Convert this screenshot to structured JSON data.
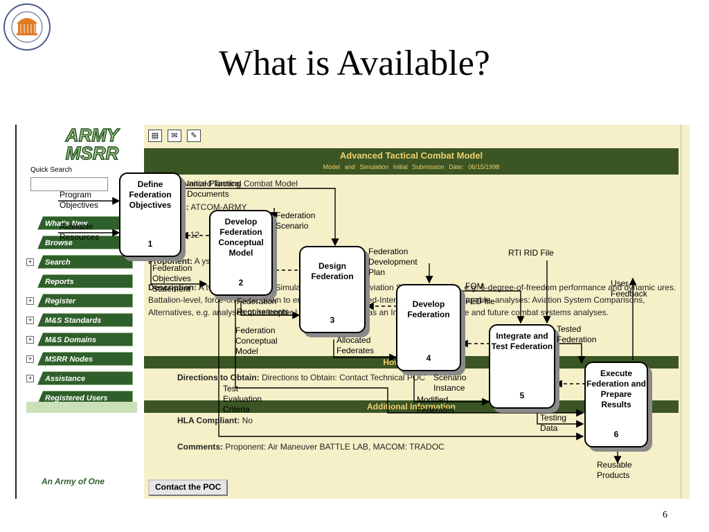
{
  "slide": {
    "title": "What is Available?",
    "page_number": "6"
  },
  "sidebar": {
    "logo_line1": "ARMY",
    "logo_line2": "MSRR",
    "quick_search_label": "Quick Search",
    "items": [
      {
        "label": "What's New",
        "expandable": false
      },
      {
        "label": "Browse",
        "expandable": false
      },
      {
        "label": "Search",
        "expandable": true
      },
      {
        "label": "Reports",
        "expandable": false
      },
      {
        "label": "Register",
        "expandable": true
      },
      {
        "label": "M&S Standards",
        "expandable": true
      },
      {
        "label": "M&S Domains",
        "expandable": true
      },
      {
        "label": "MSRR Nodes",
        "expandable": true
      },
      {
        "label": "Assistance",
        "expandable": true
      },
      {
        "label": "Registered Users",
        "expandable": false
      }
    ],
    "motto": "An Army of One"
  },
  "page": {
    "toolbar_icons": [
      "document-icon",
      "mail-icon",
      "edit-icon"
    ],
    "header_title": "Advanced Tactical Combat Model",
    "header_subtitle": "Model and Simulation      Initial Submission Date: 06/15/1998",
    "name_text": "dvanced Tactical Combat Model",
    "program_label": "m:",
    "program_value": "ATCOM-ARMY",
    "id_text": "Id: 12",
    "proponent_label": "Proponent:",
    "proponent_value": "A                       ystem             ity (AMSAA)",
    "description_label": "Description:",
    "description_text": "A two-sided              Combat Simulation with detailed Aviation System modeling, e.g. 6-degree-of-freedom performance and dynamic             ures. Battalion-level, force-on-force, down to entity-level. Distributed-Interactive Simulation capable.                 analyses: Aviation System Comparisons, Alternatives, e.g. analyses of helicopter                UAV tradeoffs. Test as an Independent Variable and future combat systems analyses.",
    "section_how": "How to Obtain",
    "directions_label": "Directions to Obtain:",
    "directions_value": "Directions to Obtain: Contact Technical POC",
    "section_additional": "Additional Information",
    "hla_label": "HLA Compliant:",
    "hla_value": "No",
    "comments_label": "Comments:",
    "comments_value": "Proponent: Air Maneuver BATTLE LAB, MACOM: TRADOC",
    "contact_button": "Contact the POC"
  },
  "process": {
    "steps": [
      {
        "title": "Define Federation Objectives",
        "number": "1"
      },
      {
        "title": "Develop Federation Conceptual Model",
        "number": "2"
      },
      {
        "title": "Design Federation",
        "number": "3"
      },
      {
        "title": "Develop Federation",
        "number": "4"
      },
      {
        "title": "Integrate and Test Federation",
        "number": "5"
      },
      {
        "title": "Execute Federation and Prepare Results",
        "number": "6"
      }
    ],
    "flows": {
      "program_objectives": "Program\nObjectives",
      "available_resources": "Available\nResources",
      "initial_planning": "Initial Planning\nDocuments",
      "federation_objectives": "Federation\nObjectives\nStatement",
      "federation_scenario": "Federation\nScenario",
      "federation_requirements": "Federation\nRequirements",
      "federation_conceptual_model": "Federation\nConceptual\nModel",
      "test_evaluation": "Test\nEvaluation\nCriteria",
      "federation_development_plan": "Federation\nDevelopment\nPlan",
      "allocated_federates": "Allocated\nFederates",
      "fom": "FOM",
      "fed_file": "FED file",
      "rti_rid": "RTI RID File",
      "scenario_instance": "Scenario\nInstance",
      "modified_federates": "Modified\nFederates",
      "tested_federation": "Tested\nFederation",
      "user_feedback": "User\nFeedback",
      "testing_data": "Testing\nData",
      "reusable_products": "Reusable\nProducts"
    }
  }
}
